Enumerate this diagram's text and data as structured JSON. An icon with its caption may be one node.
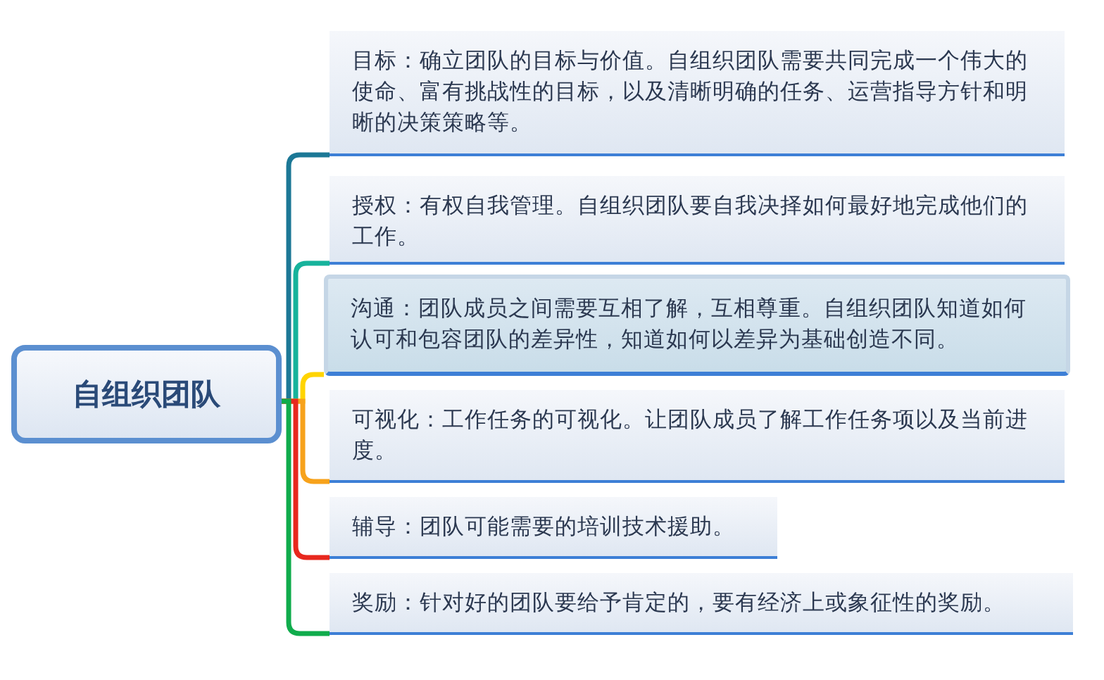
{
  "diagram": {
    "nodes": [
      {
        "text": [
          "自组织团队"
        ]
      },
      {
        "text": [
          "目标：确立团队的目标与价值。自组织团队需要共同完成一个伟大的使命、富有挑战性的目标，以及清晰明确的任务、运营指导方针和明晰的决策策略等。"
        ]
      },
      {
        "text": [
          "授权：有权自我管理。自组织团队要自我决择如何最好地完成他们的工作。"
        ]
      },
      {
        "text": [
          "沟通：团队成员之间需要互相了解，互相尊重。自组织团队知道如何认可和包容团队的差异性，知道如何以差异为基础创造不同。"
        ]
      },
      {
        "text": [
          "可视化：工作任务的可视化。让团队成员了解工作任务项以及当前进度。"
        ]
      },
      {
        "text": [
          "辅导：团队可能需要的培训技术援助。"
        ]
      },
      {
        "text": [
          "奖励：针对好的团队要给予肯定的，要有经济上或象征性的奖励。"
        ]
      }
    ],
    "edges": [
      {
        "from": 0,
        "to": 1,
        "arrow": "none",
        "color": "#1c7896"
      },
      {
        "from": 0,
        "to": 2,
        "arrow": "none",
        "color": "#17b39c"
      },
      {
        "from": 0,
        "to": 3,
        "arrow": "none",
        "color": "#ffd400"
      },
      {
        "from": 0,
        "to": 4,
        "arrow": "none",
        "color": "#f7a21b"
      },
      {
        "from": 0,
        "to": 5,
        "arrow": "none",
        "color": "#e8281e"
      },
      {
        "from": 0,
        "to": 6,
        "arrow": "none",
        "color": "#10ac4c"
      }
    ]
  }
}
